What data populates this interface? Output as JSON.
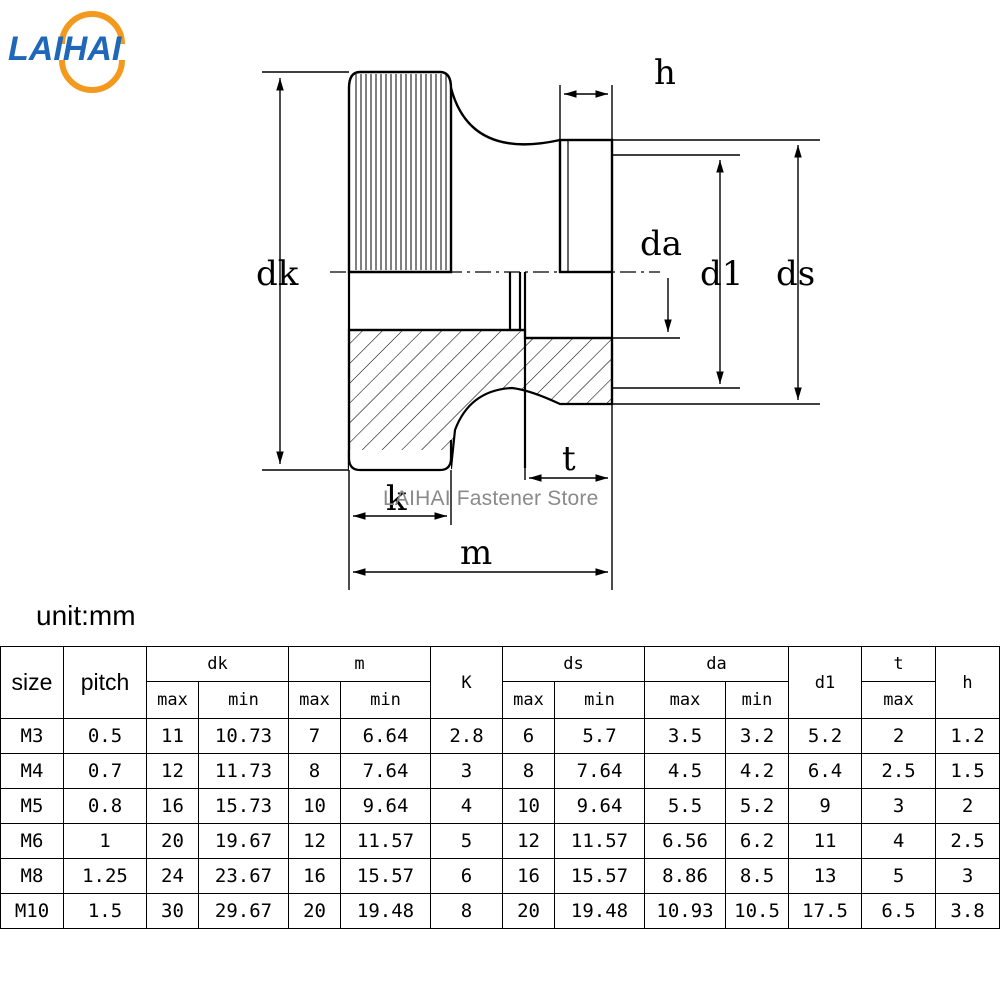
{
  "logo": {
    "text": "LAIHAI",
    "colors": {
      "blue": "#1f67b8",
      "orange": "#f39a1e"
    }
  },
  "watermark": "LAIHAI Fastener Store",
  "drawing": {
    "labels": {
      "h": "h",
      "da": "da",
      "d1": "d1",
      "ds": "ds",
      "dk": "dk",
      "t": "t",
      "k": "k",
      "m": "m"
    }
  },
  "unit": "unit:mm",
  "table": {
    "headers": {
      "size": "size",
      "pitch": "pitch",
      "dk": "dk",
      "m": "m",
      "K": "K",
      "ds": "ds",
      "da": "da",
      "d1": "d1",
      "t": "t",
      "h": "h",
      "max": "max",
      "min": "min"
    },
    "rows": [
      [
        "M3",
        "0.5",
        "11",
        "10.73",
        "7",
        "6.64",
        "2.8",
        "6",
        "5.7",
        "3.5",
        "3.2",
        "5.2",
        "2",
        "1.2"
      ],
      [
        "M4",
        "0.7",
        "12",
        "11.73",
        "8",
        "7.64",
        "3",
        "8",
        "7.64",
        "4.5",
        "4.2",
        "6.4",
        "2.5",
        "1.5"
      ],
      [
        "M5",
        "0.8",
        "16",
        "15.73",
        "10",
        "9.64",
        "4",
        "10",
        "9.64",
        "5.5",
        "5.2",
        "9",
        "3",
        "2"
      ],
      [
        "M6",
        "1",
        "20",
        "19.67",
        "12",
        "11.57",
        "5",
        "12",
        "11.57",
        "6.56",
        "6.2",
        "11",
        "4",
        "2.5"
      ],
      [
        "M8",
        "1.25",
        "24",
        "23.67",
        "16",
        "15.57",
        "6",
        "16",
        "15.57",
        "8.86",
        "8.5",
        "13",
        "5",
        "3"
      ],
      [
        "M10",
        "1.5",
        "30",
        "29.67",
        "20",
        "19.48",
        "8",
        "20",
        "19.48",
        "10.93",
        "10.5",
        "17.5",
        "6.5",
        "3.8"
      ]
    ]
  }
}
